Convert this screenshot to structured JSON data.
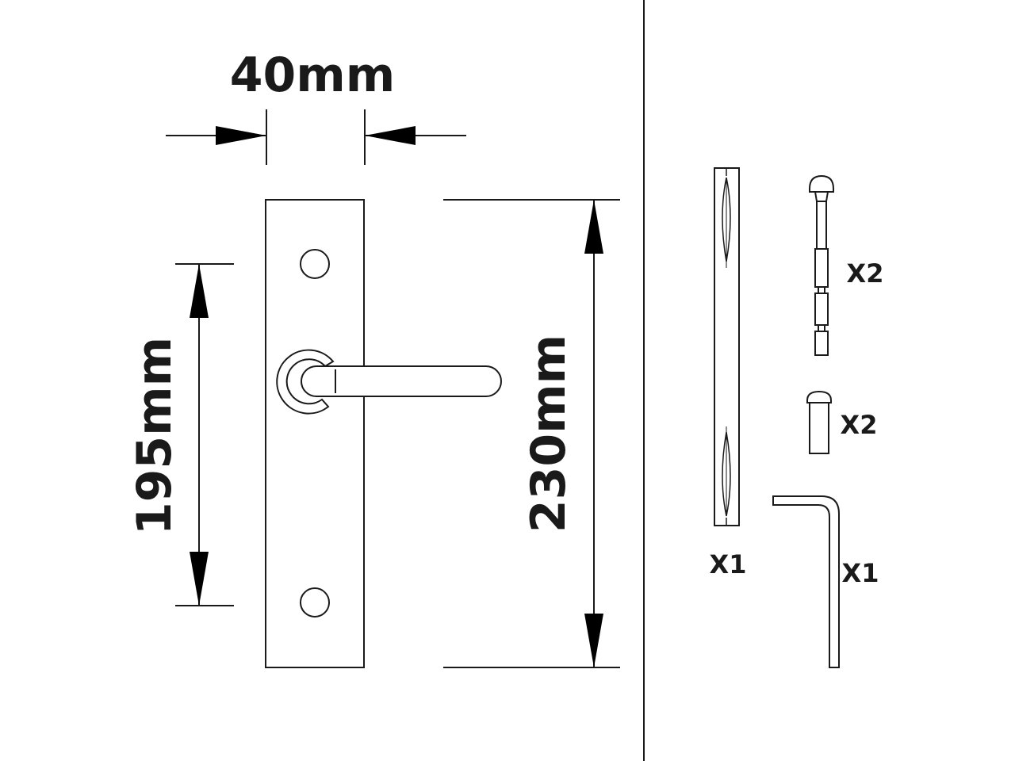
{
  "dimensions": {
    "width_label": "40mm",
    "hole_spacing_label": "195mm",
    "height_label": "230mm"
  },
  "parts": [
    {
      "name": "spindle",
      "quantity": "X1"
    },
    {
      "name": "bolt",
      "quantity": "X2"
    },
    {
      "name": "sleeve-nut",
      "quantity": "X2"
    },
    {
      "name": "allen-key",
      "quantity": "X1"
    }
  ],
  "colors": {
    "line": "#1a1a1a",
    "background": "#ffffff"
  }
}
